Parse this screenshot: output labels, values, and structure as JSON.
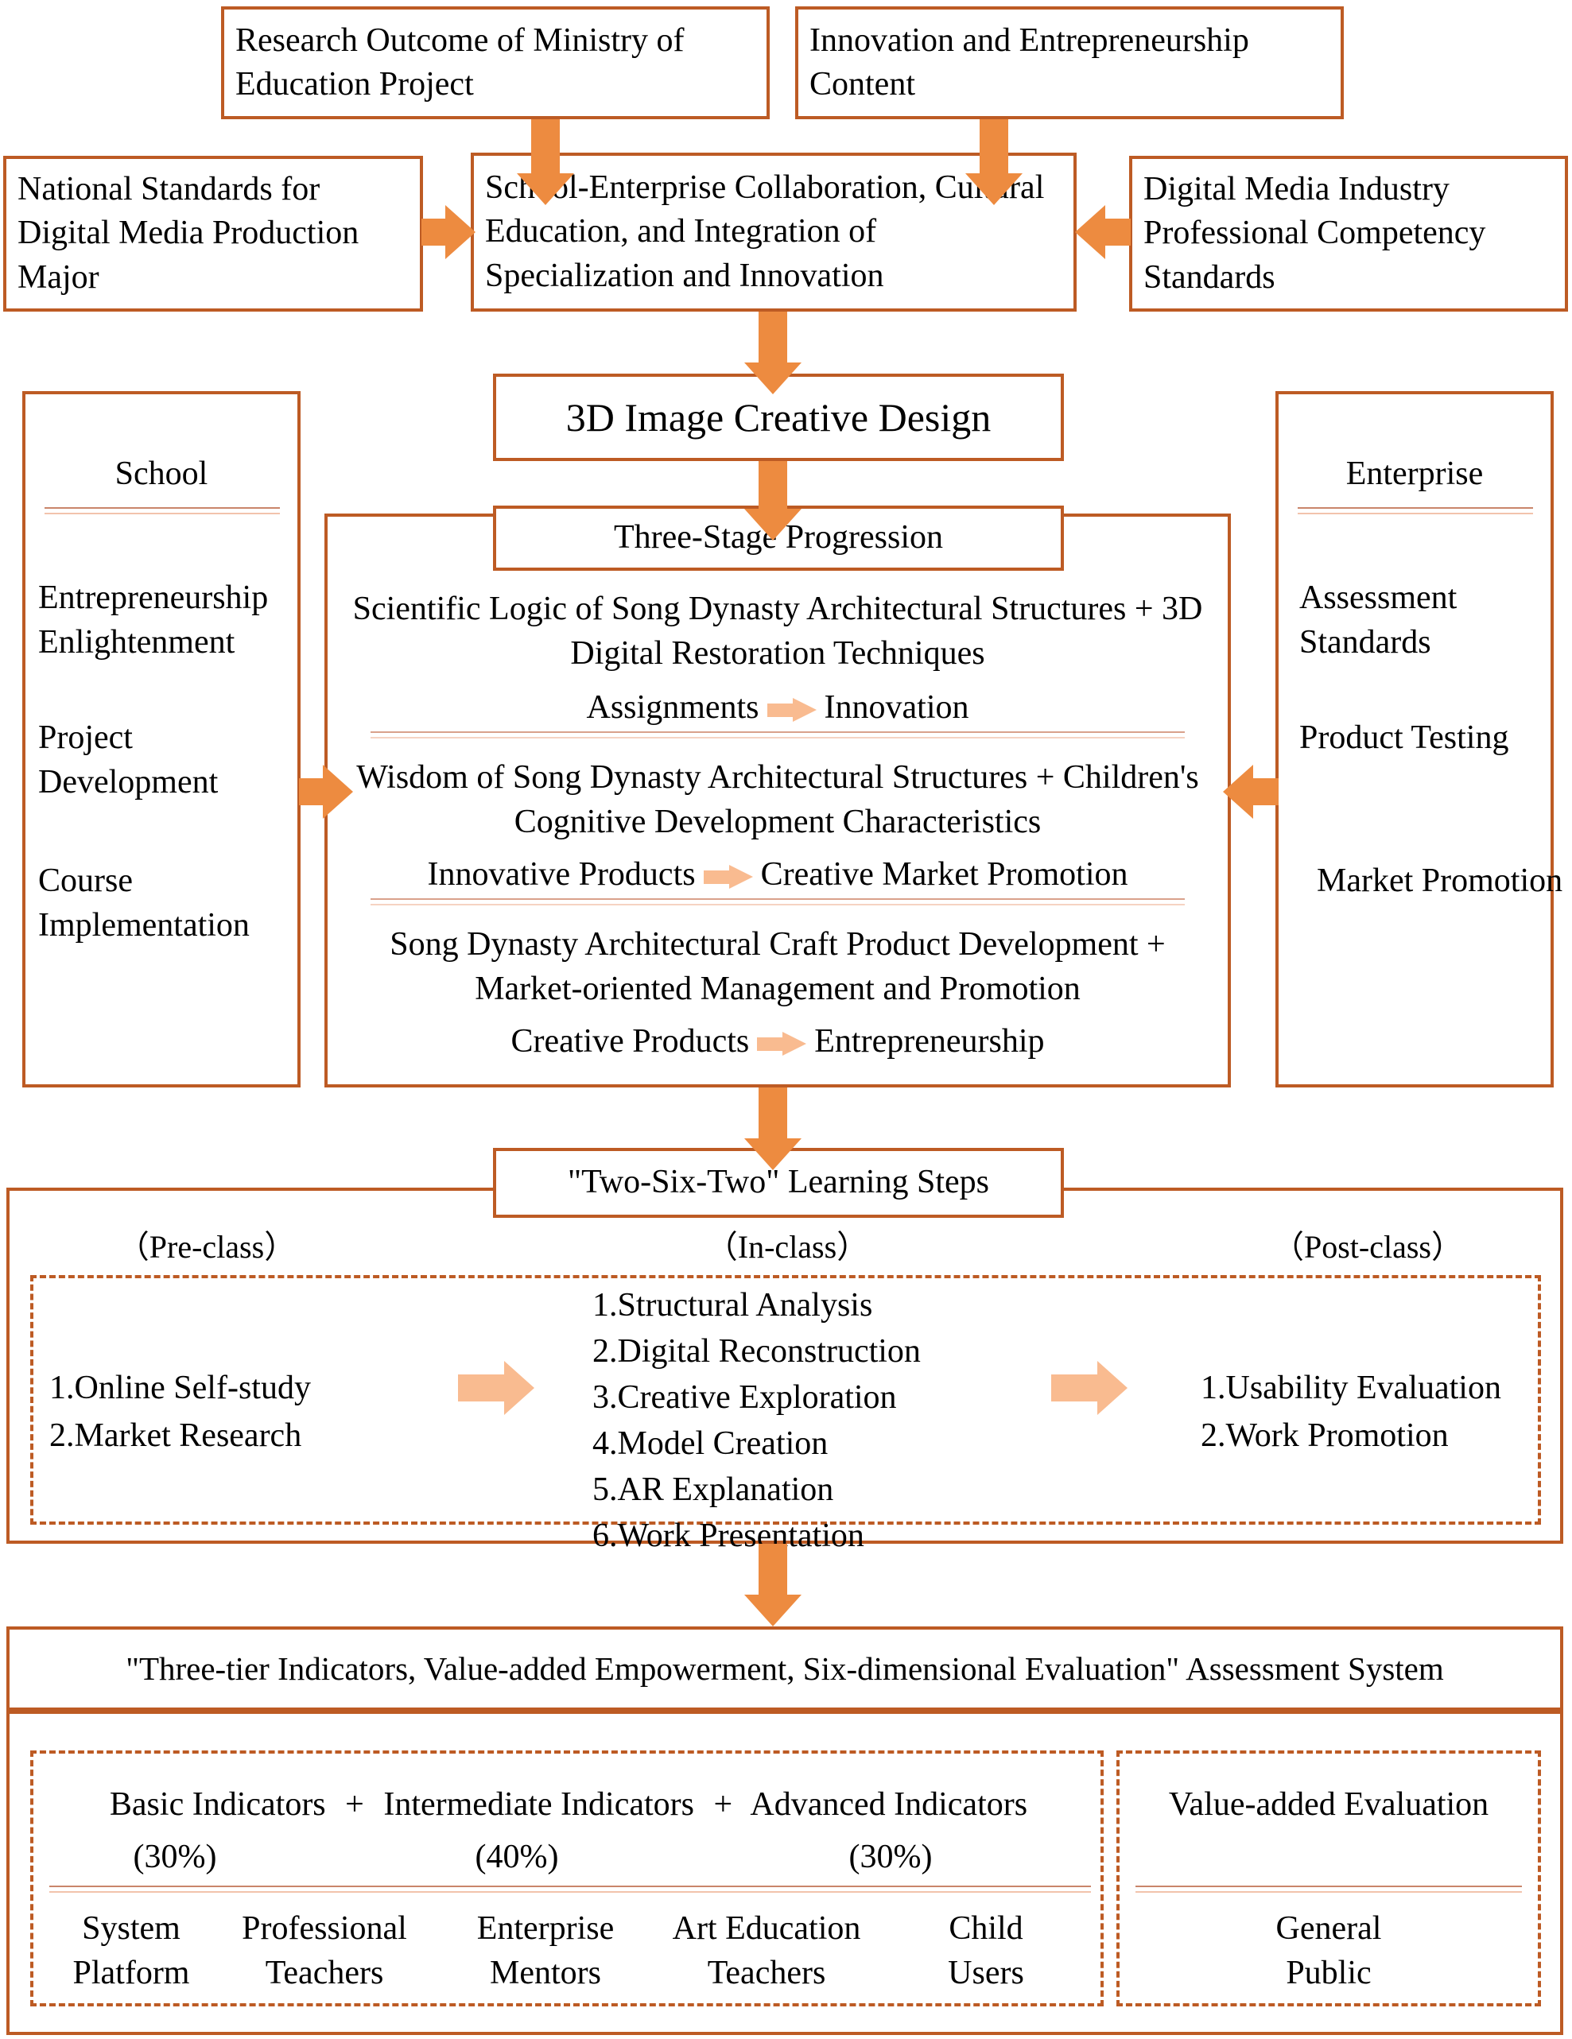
{
  "colors": {
    "border": "#BD5B24",
    "arrow": "#ED8B40",
    "arrow_light": "#F9BB90",
    "text": "#000000",
    "background": "#FFFFFF"
  },
  "top_inputs": {
    "research_outcome": "Research Outcome of Ministry of Education Project",
    "innovation_content": "Innovation and Entrepreneurship Content",
    "national_standards": "National Standards for Digital Media Production Major",
    "industry_standards": "Digital Media Industry Professional Competency Standards",
    "hub": "School-Enterprise Collaboration, Cultural Education, and Integration of Specialization and Innovation"
  },
  "core": {
    "title": "3D Image Creative Design"
  },
  "school_panel": {
    "title": "School",
    "items": [
      "Entrepreneurship Enlightenment",
      "Project Development",
      "Course Implementation"
    ]
  },
  "enterprise_panel": {
    "title": "Enterprise",
    "items": [
      "Assessment Standards",
      "Product Testing",
      "Market Promotion"
    ]
  },
  "three_stage": {
    "title": "Three-Stage Progression",
    "stages": [
      {
        "content": "Scientific Logic of Song Dynasty Architectural Structures + 3D Digital Restoration Techniques",
        "from": "Assignments",
        "to": "Innovation"
      },
      {
        "content": "Wisdom of Song Dynasty Architectural Structures + Children's Cognitive Development Characteristics",
        "from": "Innovative Products",
        "to": "Creative Market Promotion"
      },
      {
        "content": "Song Dynasty Architectural Craft Product Development + Market-oriented Management and Promotion",
        "from": "Creative Products",
        "to": "Entrepreneurship"
      }
    ]
  },
  "learning_steps": {
    "title": "\"Two-Six-Two\" Learning Steps",
    "phases": [
      {
        "label": "（Pre-class）",
        "items": [
          "1.Online Self-study",
          "2.Market Research"
        ]
      },
      {
        "label": "（In-class）",
        "items": [
          "1.Structural Analysis",
          "2.Digital Reconstruction",
          "3.Creative Exploration",
          "4.Model Creation",
          "5.AR Explanation",
          "6.Work Presentation"
        ]
      },
      {
        "label": "（Post-class）",
        "items": [
          "1.Usability Evaluation",
          "2.Work Promotion"
        ]
      }
    ]
  },
  "assessment": {
    "title": "\"Three-tier Indicators, Value-added Empowerment, Six-dimensional Evaluation\" Assessment System",
    "indicators_formula": {
      "parts": [
        "Basic Indicators",
        "Intermediate Indicators",
        "Advanced Indicators"
      ],
      "plus": "+",
      "weights": [
        "(30%)",
        "(40%)",
        "(30%)"
      ]
    },
    "value_added_title": "Value-added Evaluation",
    "evaluators": [
      {
        "line1": "System",
        "line2": "Platform"
      },
      {
        "line1": "Professional",
        "line2": "Teachers"
      },
      {
        "line1": "Enterprise",
        "line2": "Mentors"
      },
      {
        "line1": "Art Education",
        "line2": "Teachers"
      },
      {
        "line1": "Child",
        "line2": "Users"
      }
    ],
    "value_added_evaluator": {
      "line1": "General",
      "line2": "Public"
    }
  }
}
